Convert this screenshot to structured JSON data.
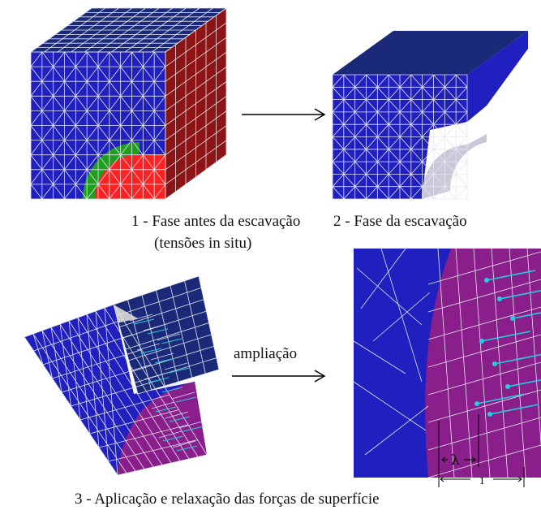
{
  "captions": {
    "phase1_line1": "1 - Fase antes da escavação",
    "phase1_line2": "(tensões in situ)",
    "phase2": "2 - Fase da escavação",
    "phase3": "3 - Aplicação e relaxação das forças de superfície",
    "zoom_label": "ampliação",
    "lambda_label": "λ",
    "one_label": "1"
  },
  "colors": {
    "blue_mesh": "#2020c0",
    "top_face": "#1a2a78",
    "red_face": "#8c1414",
    "core_red": "#ff2020",
    "green_ring": "#1ea01e",
    "purple": "#8a1e8a",
    "mesh_line": "#e6e6f0",
    "force_arrow": "#20d0e0"
  }
}
